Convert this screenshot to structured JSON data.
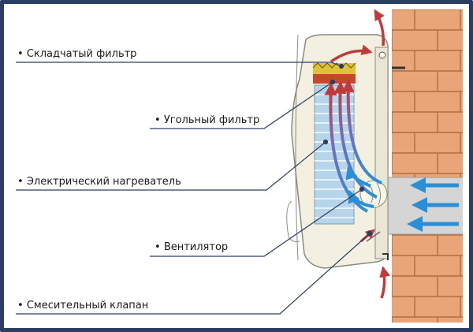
{
  "labels": {
    "pleated_filter": "Складчатый фильтр",
    "carbon_filter": "Угольный фильтр",
    "electric_heater": "Электрический нагреватель",
    "fan": "Вентилятор",
    "mixing_valve": "Смесительный клапан"
  },
  "bullet": "•",
  "colors": {
    "frame": "#2a3d62",
    "brick": "#e8a678",
    "mortar": "#b06d3d",
    "duct": "#d5d5d5",
    "housing": "#f3f0e2",
    "housing_stroke": "#8a8a7a",
    "filter_red": "#c8462e",
    "filter_yellow": "#e0c238",
    "heater_blue": "#b6d4ea",
    "warm_arrow": "#c13a3a",
    "cold_arrow": "#2b8fd8",
    "leader": "#2a3d62"
  },
  "icons": {
    "warm_arrow": "red-arrow-icon",
    "cold_arrow": "blue-arrow-icon"
  }
}
